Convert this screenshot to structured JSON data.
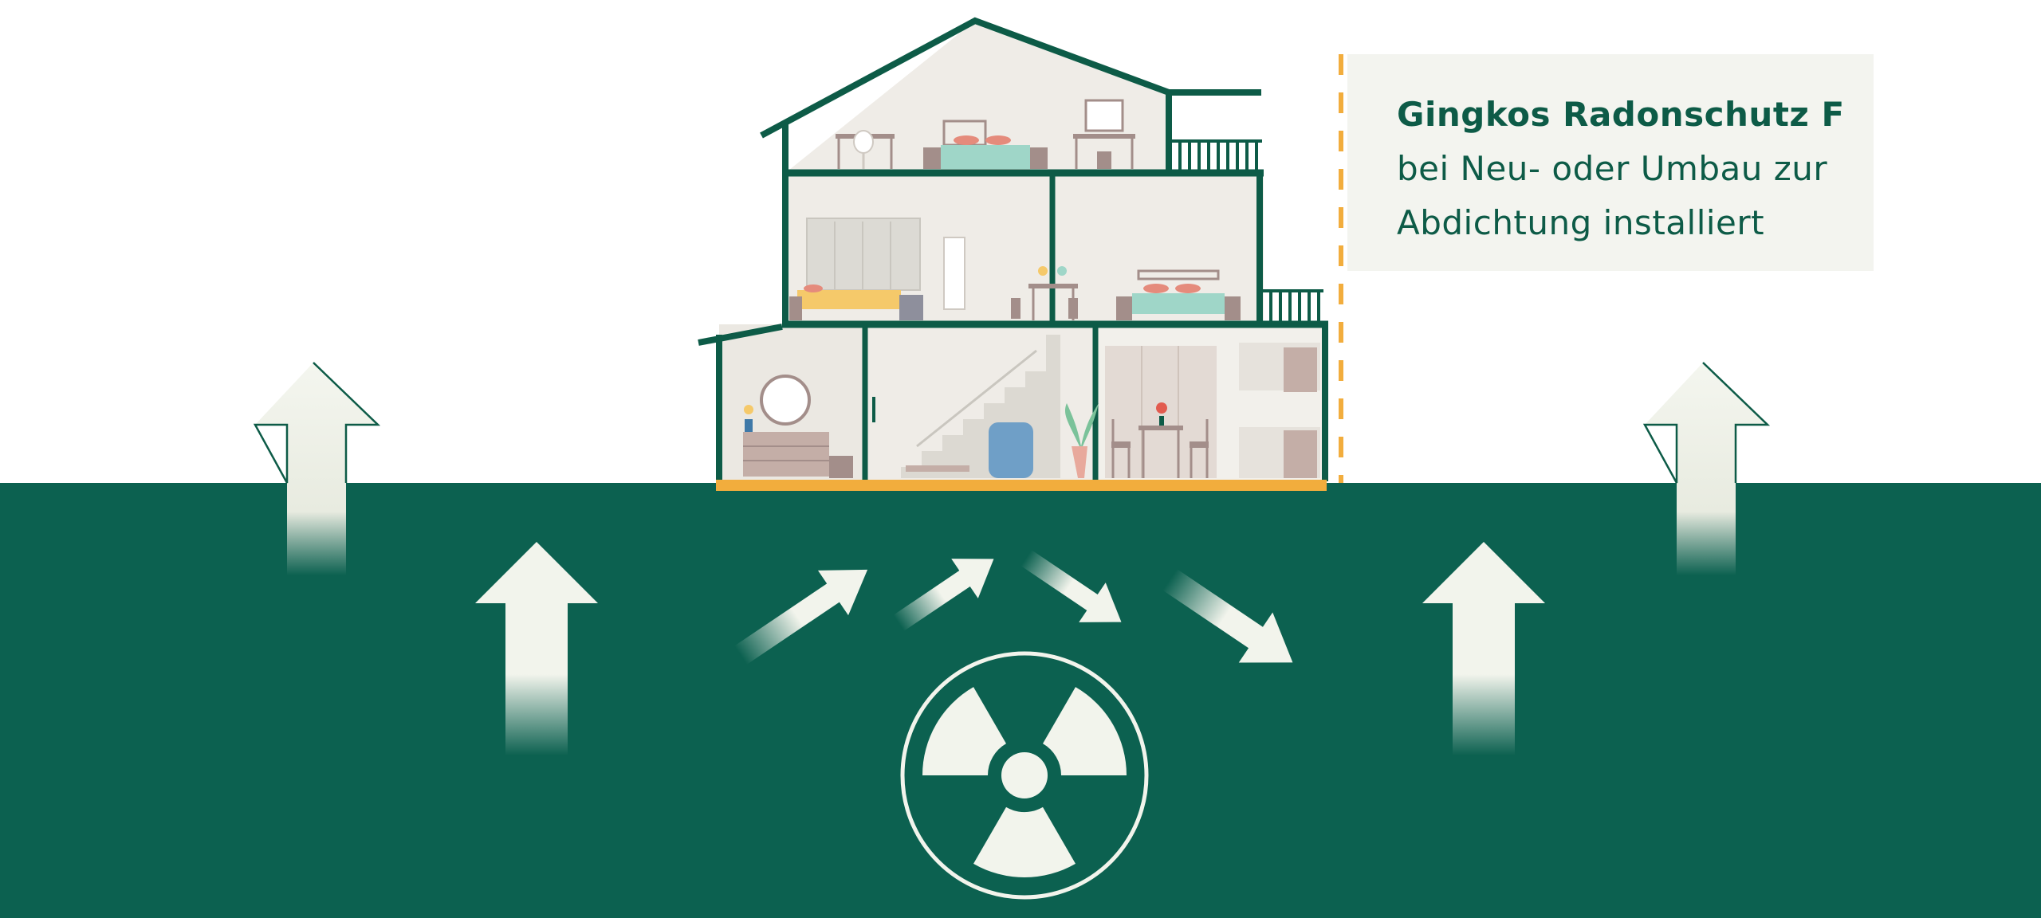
{
  "callout": {
    "title": "Gingkos Radonschutz F",
    "line1": "bei Neu- oder Umbau zur",
    "line2": "Abdichtung installiert"
  },
  "colors": {
    "ground": "#0c6150",
    "house_outline": "#0d5b47",
    "membrane": "#f2ad3d",
    "arrow_fill": "#f2f4ec",
    "callout_bg": "#f3f4ef",
    "room_wall": "#efece7"
  },
  "icons": {
    "radon_source": "radiation-trefoil-icon",
    "gas_flow": "arrow-icon"
  },
  "diagram": {
    "house_floors": 3,
    "membrane_under_house": true,
    "arrows_above_ground": 2,
    "arrows_in_ground_up": 2,
    "arrows_from_source": 4
  }
}
